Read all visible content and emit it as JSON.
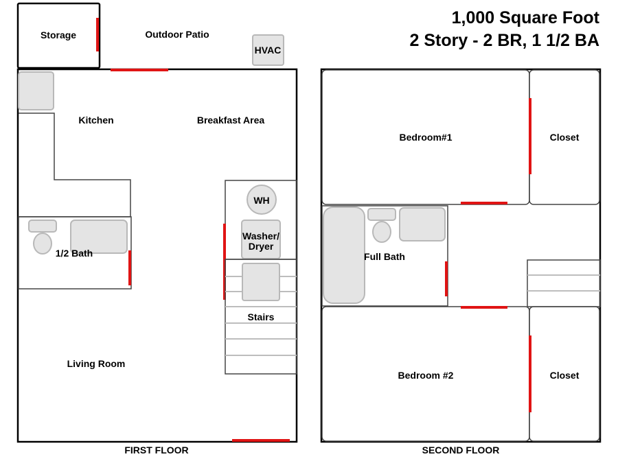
{
  "title": {
    "line1": "1,000 Square Foot",
    "line2": "2 Story - 2 BR, 1 1/2 BA"
  },
  "first_floor": {
    "caption": "FIRST FLOOR",
    "labels": {
      "storage": "Storage",
      "outdoor_patio": "Outdoor Patio",
      "hvac": "HVAC",
      "kitchen": "Kitchen",
      "breakfast_area": "Breakfast Area",
      "wh": "WH",
      "washer_line1": "Washer/",
      "washer_line2": "Dryer",
      "half_bath": "1/2 Bath",
      "stairs": "Stairs",
      "living_room": "Living Room"
    }
  },
  "second_floor": {
    "caption": "SECOND FLOOR",
    "labels": {
      "bedroom1": "Bedroom#1",
      "closet1": "Closet",
      "full_bath": "Full Bath",
      "bedroom2": "Bedroom #2",
      "closet2": "Closet"
    }
  },
  "colors": {
    "door": "#e01414",
    "fixture": "#e4e4e4",
    "wall": "#000000"
  }
}
